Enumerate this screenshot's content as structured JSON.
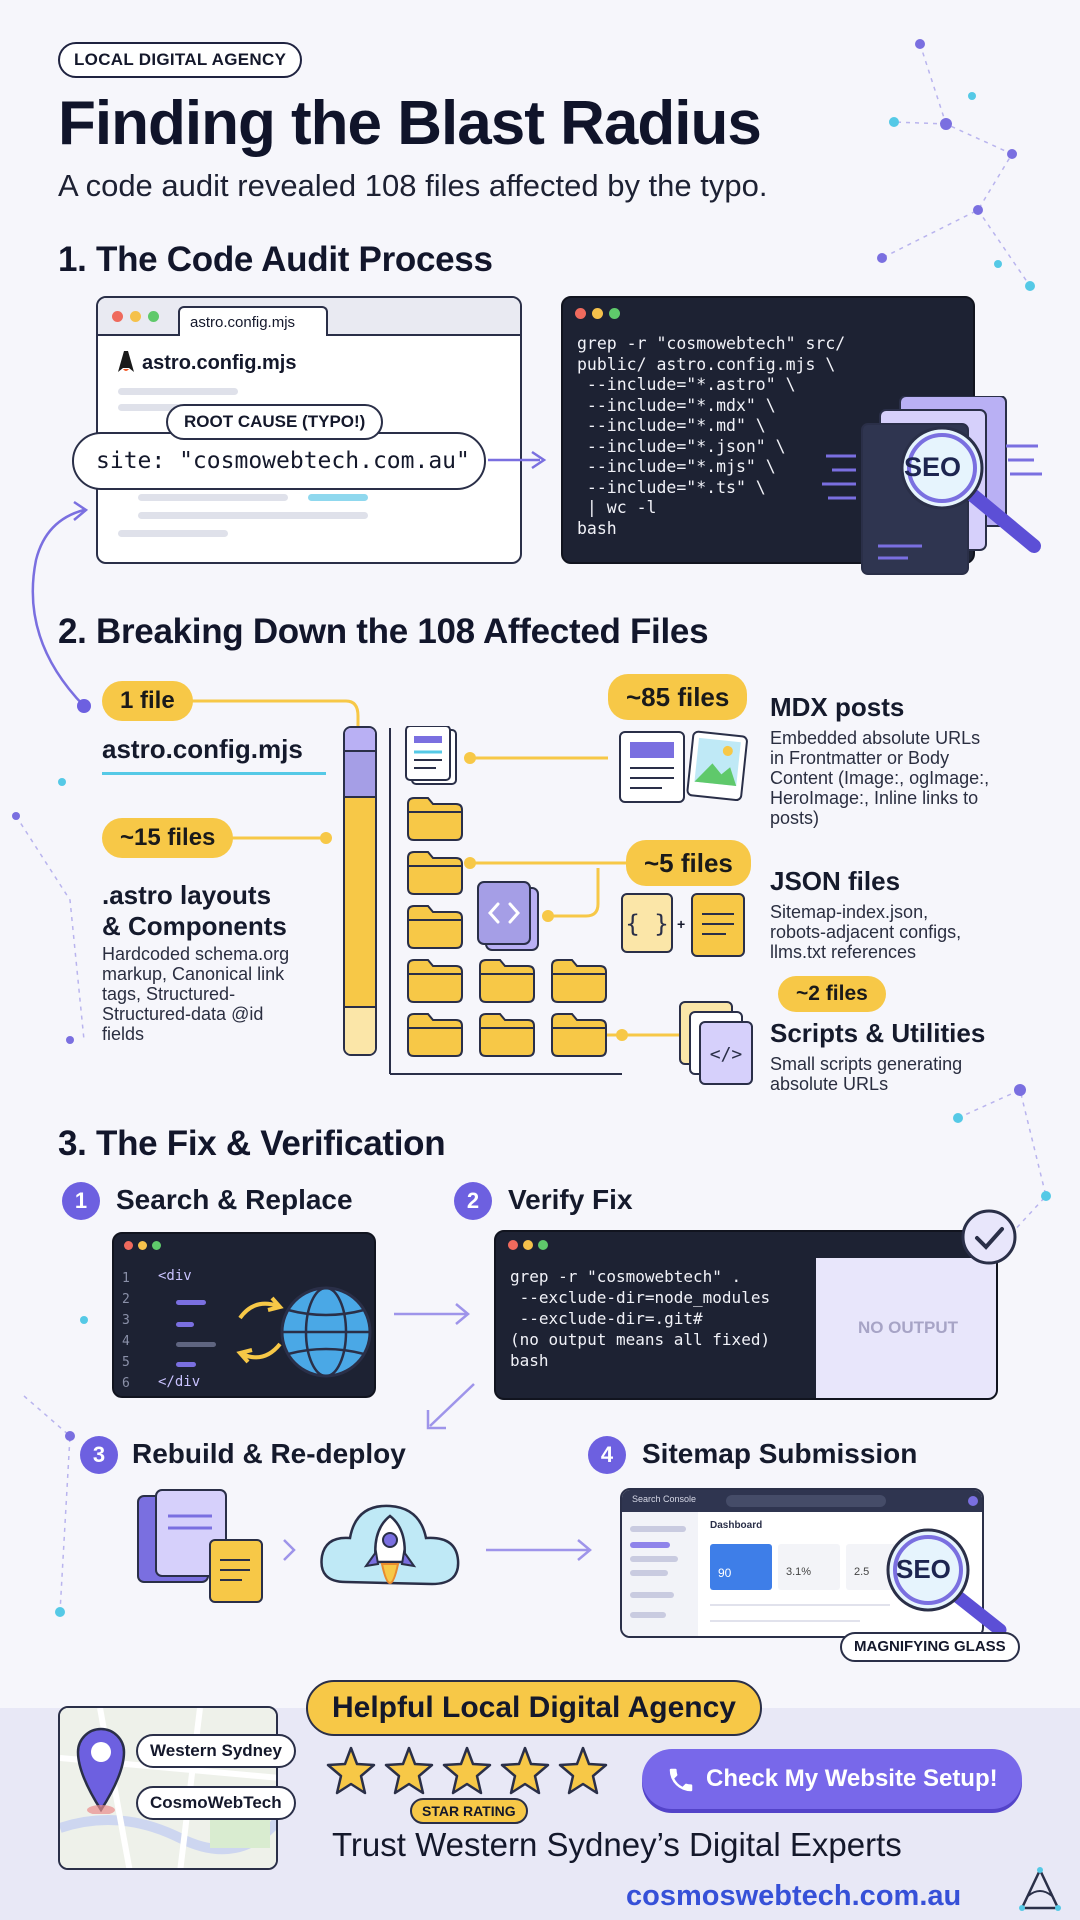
{
  "header": {
    "tag": "LOCAL DIGITAL AGENCY",
    "title": "Finding the Blast Radius",
    "subtitle": "A code audit revealed 108 files affected by the typo."
  },
  "section1": {
    "title": "1. The Code Audit Process",
    "browser_tab": "astro.config.mjs",
    "file_name": "astro.config.mjs",
    "root_cause": "ROOT CAUSE (TYPO!)",
    "site_line": "site: \"cosmowebtech.com.au\"",
    "grep_code": "grep -r \"cosmowebtech\" src/\npublic/ astro.config.mjs \\\n --include=\"*.astro\" \\\n --include=\"*.mdx\" \\\n --include=\"*.md\" \\\n --include=\"*.json\" \\\n --include=\"*.mjs\" \\\n --include=\"*.ts\" \\\n | wc -l\nbash",
    "seo_label": "SEO"
  },
  "section2": {
    "title": "2. Breaking Down the 108 Affected Files",
    "config": {
      "count": "1 file",
      "name": "astro.config.mjs"
    },
    "astro": {
      "count": "~15 files",
      "heading": ".astro layouts\n& Components",
      "desc": "Hardcoded schema.org\nmarkup, Canonical link\ntags, Structured-\nStructured-data @id\nfields"
    },
    "mdx": {
      "count": "~85 files",
      "heading": "MDX posts",
      "desc": "Embedded absolute URLs\nin Frontmatter or Body\nContent (Image:, ogImage:,\nHeroImage:, Inline links to\nposts)"
    },
    "json": {
      "count": "~5 files",
      "heading": "JSON files",
      "desc": "Sitemap-index.json,\nrobots-adjacent configs,\nllms.txt references",
      "plus": "+"
    },
    "scripts": {
      "count": "~2 files",
      "heading": "Scripts & Utilities",
      "desc": "Small scripts generating\nabsolute URLs"
    }
  },
  "section3": {
    "title": "3. The Fix & Verification",
    "steps": [
      {
        "num": "1",
        "label": "Search & Replace"
      },
      {
        "num": "2",
        "label": "Verify Fix"
      },
      {
        "num": "3",
        "label": "Rebuild & Re-deploy"
      },
      {
        "num": "4",
        "label": "Sitemap Submission"
      }
    ],
    "editor": {
      "line_numbers": [
        "1",
        "2",
        "3",
        "4",
        "5",
        "6"
      ],
      "open_tag": "<div",
      "close_tag": "</div"
    },
    "verify_code": "grep -r \"cosmowebtech\" .\n --exclude-dir=node_modules\n --exclude-dir=.git#\n(no output means all fixed)\nbash",
    "no_output": "NO OUTPUT",
    "search_console": {
      "brand": "Search Console",
      "panel_title": "Dashboard",
      "metric1": "90",
      "metric2": "3.1%",
      "metric3": "2.5"
    },
    "seo_label": "SEO",
    "magnifier_label": "MAGNIFYING GLASS"
  },
  "footer": {
    "location": "Western Sydney",
    "brand": "CosmoWebTech",
    "helpful": "Helpful Local Digital Agency",
    "rating_label": "STAR RATING",
    "cta": "Check My Website Setup!",
    "trust": "Trust Western Sydney’s Digital Experts",
    "url": "cosmoswebtech.com.au"
  },
  "colors": {
    "accent_yellow": "#f7c847",
    "accent_purple": "#7868ea",
    "terminal": "#1d2233",
    "link_blue": "#3650d8"
  }
}
